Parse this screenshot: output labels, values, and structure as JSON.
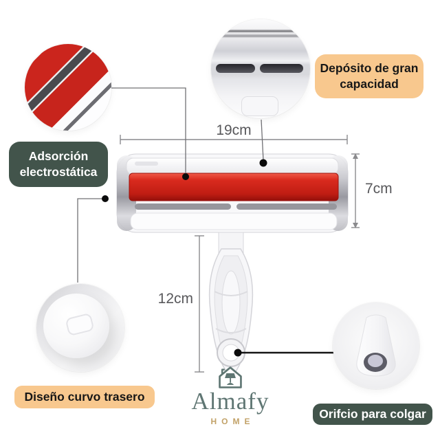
{
  "brand": {
    "name": "Almafy",
    "tagline": "HOME"
  },
  "callouts": {
    "deposit": "Depósito de gran capacidad",
    "electrostatic": "Adsorción electrostática",
    "curved_back": "Diseño curvo trasero",
    "hanging_hole": "Orifcio para colgar"
  },
  "dimensions": {
    "roller_width": "19cm",
    "roller_height": "7cm",
    "handle_length": "12cm"
  },
  "icons": {
    "brand_logo": "house-lamp-icon"
  },
  "colors": {
    "roller_red": "#cc231a",
    "label_peach_bg": "#f8c88e",
    "label_green_bg": "#42544b",
    "brand_teal": "#5f7673",
    "brand_gold": "#c2a268"
  }
}
